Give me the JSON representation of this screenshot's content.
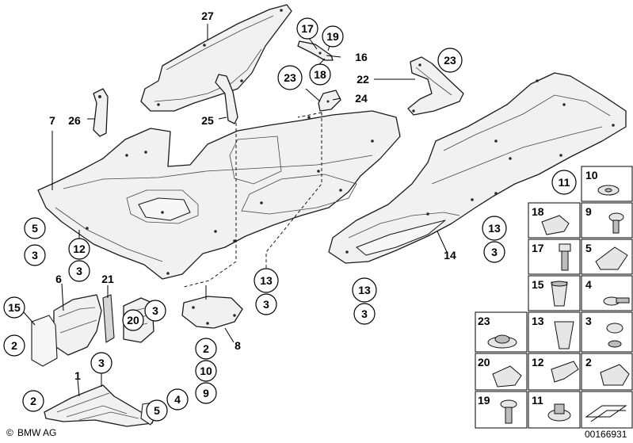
{
  "callouts": {
    "c27": "27",
    "c17": "17",
    "c19": "19",
    "c16": "16",
    "c18": "18",
    "c23a": "23",
    "c22": "22",
    "c23b": "23",
    "c24": "24",
    "c25": "25",
    "c7": "7",
    "c26": "26",
    "c5a": "5",
    "c3a": "3",
    "c12": "12",
    "c3b": "3",
    "c6": "6",
    "c21": "21",
    "c15": "15",
    "c2a": "2",
    "c20": "20",
    "c3c": "3",
    "c3d": "3",
    "c13a": "13",
    "c3e": "3",
    "c8": "8",
    "c2b": "2",
    "c10": "10",
    "c9": "9",
    "c11": "11",
    "c13b": "13",
    "c3f": "3",
    "c14": "14",
    "c13c": "13",
    "c3g": "3",
    "c1": "1",
    "c2c": "2",
    "c4": "4",
    "c5b": "5"
  },
  "hardware_grid": [
    [
      "10",
      ""
    ],
    [
      "18",
      "9"
    ],
    [
      "17",
      "5"
    ],
    [
      "15",
      "4"
    ],
    [
      "23",
      "13",
      "3"
    ],
    [
      "20",
      "12",
      "2"
    ],
    [
      "19",
      "11",
      ""
    ]
  ],
  "footer": {
    "brand": "BMW AG",
    "copyright_symbol": "©",
    "diagram_number": "00166931"
  }
}
